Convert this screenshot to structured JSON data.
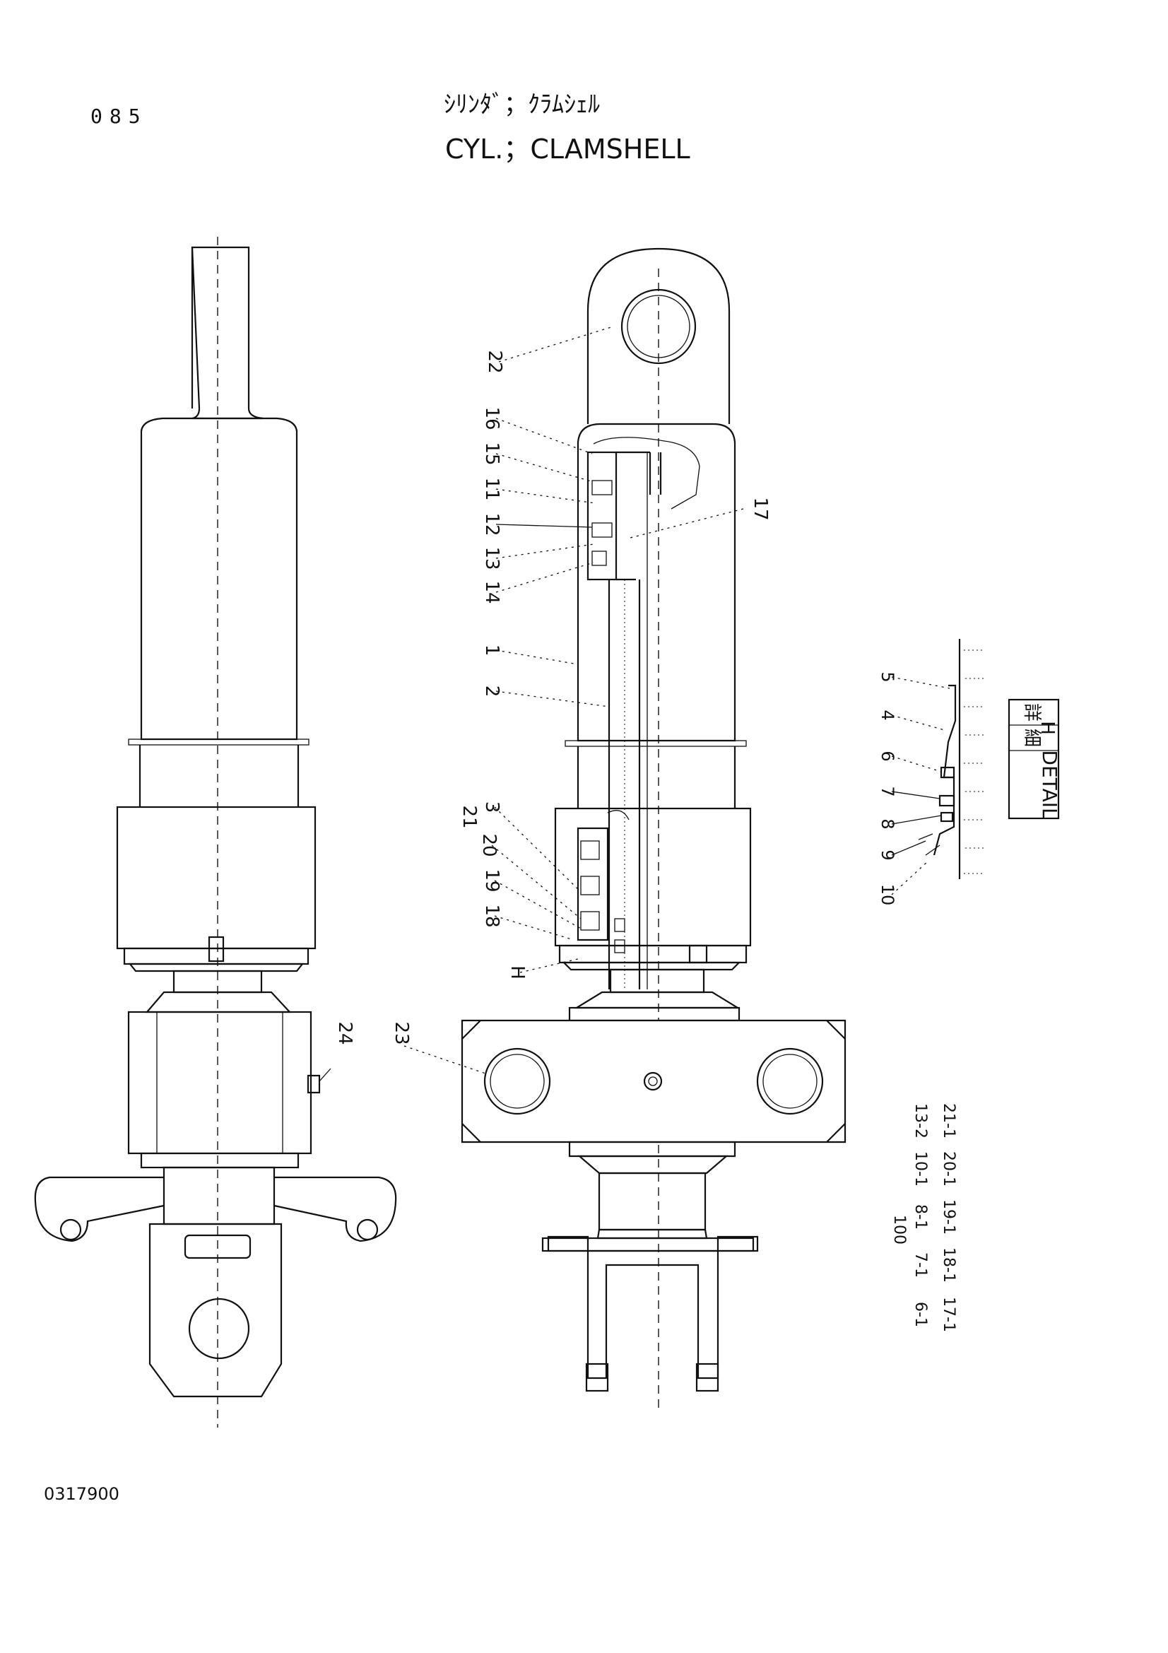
{
  "header": {
    "page_number": "085",
    "title_jp": "ｼﾘﾝﾀﾞ；ｸﾗﾑｼｪﾙ",
    "title_en": "CYL.；CLAMSHELL"
  },
  "footer": {
    "document_number": "0317900"
  },
  "callouts": [
    "22",
    "16",
    "15",
    "11",
    "12",
    "13",
    "14",
    "17",
    "1",
    "2",
    "3",
    "21",
    "20",
    "19",
    "18",
    "H",
    "23",
    "24"
  ],
  "detail": {
    "label_jp_1": "詳",
    "label_jp_2": "細",
    "label_en": "DETAIL",
    "label_ref": "H",
    "callouts": [
      "5",
      "4",
      "6",
      "7",
      "8",
      "9",
      "10"
    ]
  },
  "kit": {
    "number": "100",
    "row1": [
      "6-1",
      "7-1",
      "8-1",
      "10-1",
      "13-2"
    ],
    "row2": [
      "17-1",
      "18-1",
      "19-1",
      "20-1",
      "21-1"
    ]
  }
}
